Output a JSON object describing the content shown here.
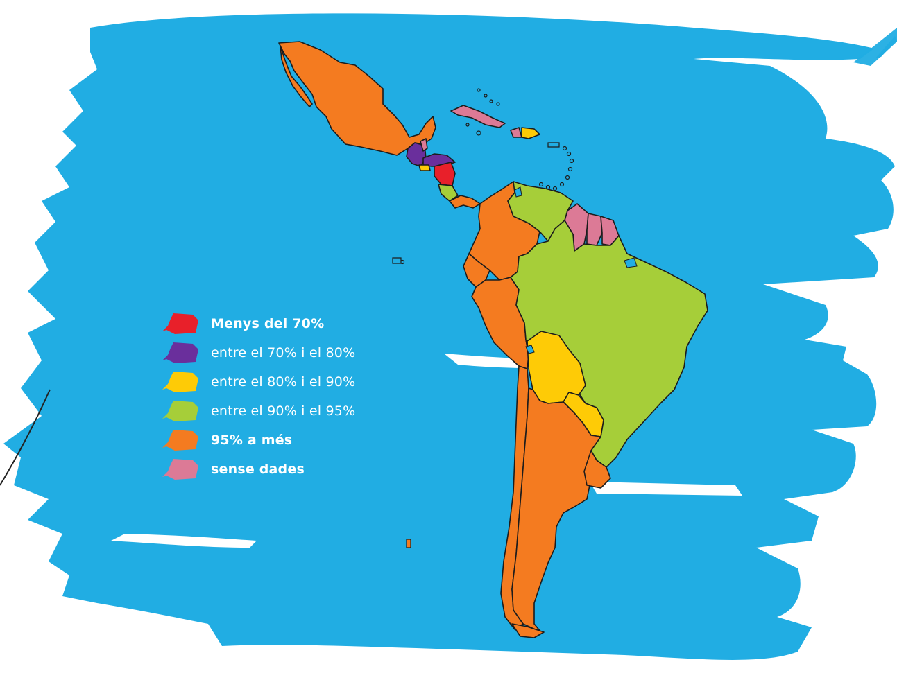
{
  "legend": {
    "items": [
      {
        "label": "Menys del 70%",
        "color": "#e8202a"
      },
      {
        "label": "entre el 70% i el 80%",
        "color": "#6a2f9c"
      },
      {
        "label": "entre el 80% i el 90%",
        "color": "#fecb06"
      },
      {
        "label": "entre el 90% i el 95%",
        "color": "#a6ce39"
      },
      {
        "label": "95% a més",
        "color": "#f47b20"
      },
      {
        "label": "sense dades",
        "color": "#dc7a96"
      }
    ]
  },
  "colors": {
    "ocean": "#21ade3",
    "background": "#ffffff",
    "border": "#1c1c1c"
  },
  "icons": [
    "brush-stroke-background",
    "arrow-icon",
    "pen-line"
  ]
}
